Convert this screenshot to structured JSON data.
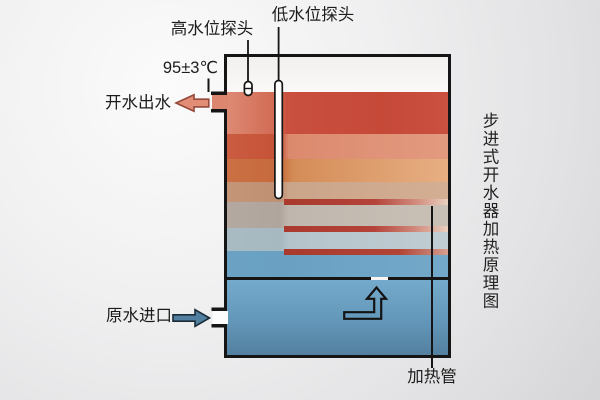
{
  "title": {
    "vertical_text": "步进式开水器加热原理图"
  },
  "labels": {
    "high_level_probe": "高水位探头",
    "low_level_probe": "低水位探头",
    "outlet_temperature": "95±3℃",
    "boiling_water_outlet": "开水出水",
    "raw_water_inlet": "原水进口",
    "heating_tube": "加热管"
  },
  "colors": {
    "boiling_layer_red": "#c84c3c",
    "hot_layer_salmon": "#dd8b6f",
    "warm_layer_peach": "#e2a377",
    "tepid_layer_tan": "#cda78b",
    "warm_gray_layer": "#c0b7ae",
    "cool_gray_layer": "#b6c5cc",
    "cold_layer_blue": "#72a7c8",
    "lower_chamber_blue": "#5d8cab",
    "heating_stripe_red": "#b03c2e",
    "outlet_arrow_fill": "#e28d75",
    "inlet_arrow_fill": "#4f7e9f",
    "line_color": "#151515"
  }
}
